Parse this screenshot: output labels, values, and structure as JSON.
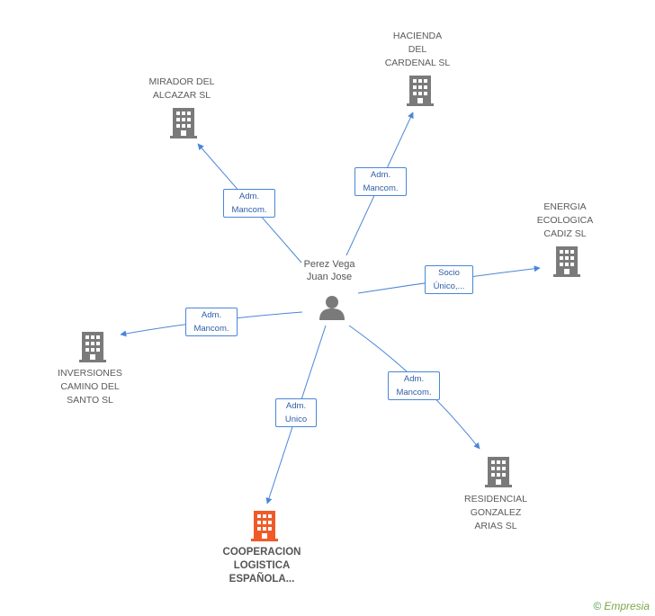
{
  "center": {
    "name_lines": [
      "Perez Vega",
      "Juan Jose"
    ]
  },
  "colors": {
    "edge": "#4a86d8",
    "building": "#7a7a7a",
    "building_highlight": "#f05a28",
    "footer": "#7aa84a"
  },
  "nodes": [
    {
      "id": "mirador",
      "lines": [
        "MIRADOR DEL",
        "ALCAZAR SL"
      ],
      "highlight": false
    },
    {
      "id": "hacienda",
      "lines": [
        "HACIENDA",
        "DEL",
        "CARDENAL SL"
      ],
      "highlight": false
    },
    {
      "id": "energia",
      "lines": [
        "ENERGIA",
        "ECOLOGICA",
        "CADIZ SL"
      ],
      "highlight": false
    },
    {
      "id": "inversiones",
      "lines": [
        "INVERSIONES",
        "CAMINO DEL",
        "SANTO SL"
      ],
      "highlight": false
    },
    {
      "id": "residencial",
      "lines": [
        "RESIDENCIAL",
        "GONZALEZ",
        "ARIAS SL"
      ],
      "highlight": false
    },
    {
      "id": "cooperacion",
      "lines": [
        "COOPERACION",
        "LOGISTICA",
        "ESPAÑOLA..."
      ],
      "highlight": true
    }
  ],
  "edges": [
    {
      "to": "mirador",
      "lines": [
        "Adm.",
        "Mancom."
      ]
    },
    {
      "to": "hacienda",
      "lines": [
        "Adm.",
        "Mancom."
      ]
    },
    {
      "to": "energia",
      "lines": [
        "Socio",
        "Único,..."
      ]
    },
    {
      "to": "inversiones",
      "lines": [
        "Adm.",
        "Mancom."
      ]
    },
    {
      "to": "residencial",
      "lines": [
        "Adm.",
        "Mancom."
      ]
    },
    {
      "to": "cooperacion",
      "lines": [
        "Adm.",
        "Unico"
      ]
    }
  ],
  "footer": {
    "copyright_symbol": "©",
    "brand": "Empresia"
  }
}
